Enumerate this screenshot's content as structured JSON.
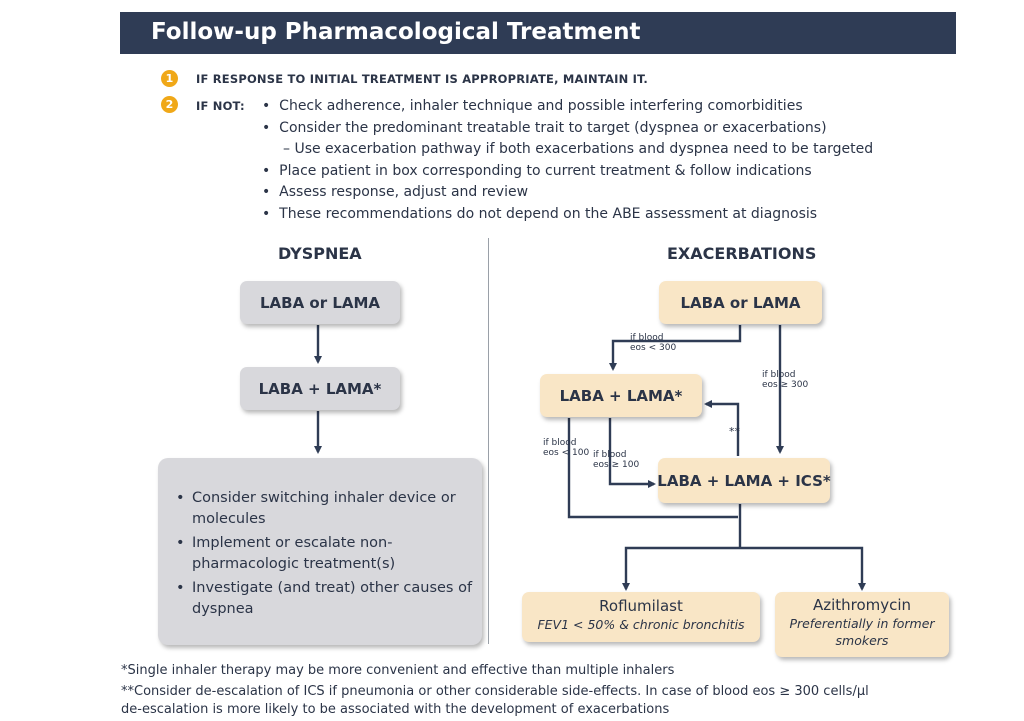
{
  "title": "Follow-up Pharmacological Treatment",
  "steps": {
    "step1": {
      "number": "1",
      "text": "IF RESPONSE TO INITIAL TREATMENT IS APPROPRIATE, MAINTAIN IT."
    },
    "step2": {
      "number": "2",
      "lead": "IF NOT:",
      "bullets": [
        "Check adherence, inhaler technique and possible interfering comorbidities",
        "Consider the predominant treatable trait to target (dyspnea or exacerbations)",
        "– Use exacerbation pathway if both exacerbations and dyspnea need to be targeted",
        "Place patient in box corresponding to current treatment & follow indications",
        "Assess response, adjust and review",
        "These recommendations do not depend on the ABE assessment at diagnosis"
      ]
    }
  },
  "dyspnea": {
    "heading": "DYSPNEA",
    "box1": "LABA or LAMA",
    "box2": "LABA + LAMA*",
    "bullets": [
      "Consider switching inhaler device or molecules",
      "Implement or escalate non-pharmacologic treatment(s)",
      "Investigate (and treat) other causes of dyspnea"
    ]
  },
  "exacerbations": {
    "heading": "EXACERBATIONS",
    "box1": "LABA or LAMA",
    "box2": "LABA + LAMA*",
    "box3": "LABA + LAMA + ICS*",
    "labels": {
      "eos_lt_300_a": "if blood",
      "eos_lt_300_b": "eos < 300",
      "eos_ge_300_a": "if blood",
      "eos_ge_300_b": "eos ≥ 300",
      "eos_lt_100_a": "if blood",
      "eos_lt_100_b": "eos < 100",
      "eos_ge_100_a": "if blood",
      "eos_ge_100_b": "eos ≥ 100",
      "double_star": "**"
    },
    "roflumilast": {
      "title": "Roflumilast",
      "subtitle": "FEV1 < 50% & chronic bronchitis"
    },
    "azithromycin": {
      "title": "Azithromycin",
      "subtitle_1": "Preferentially in former",
      "subtitle_2": "smokers"
    }
  },
  "footnotes": {
    "note1": "*Single inhaler therapy may be more convenient and effective than multiple inhalers",
    "note2_line1": "**Consider de-escalation of ICS if pneumonia or other considerable side-effects. In case of blood eos ≥ 300 cells/µl",
    "note2_line2": "de-escalation is more likely to be associated with the development of exacerbations"
  },
  "colors": {
    "title_bar": "#2f3c55",
    "badge": "#f0a818",
    "grey_box": "#d8d8dc",
    "beige_box": "#f9e6c6",
    "text": "#2b3447",
    "arrow": "#2f3c55"
  }
}
